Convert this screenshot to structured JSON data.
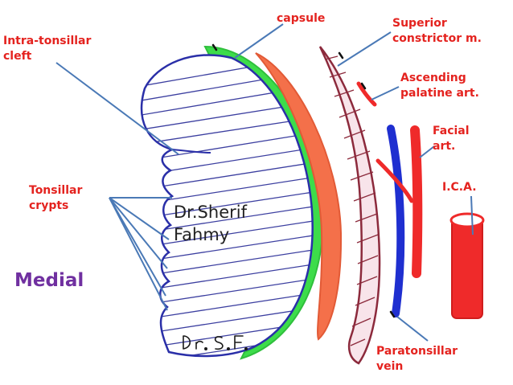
{
  "labels": {
    "capsule": "capsule",
    "superior_constrictor": [
      "Superior",
      "constrictor m."
    ],
    "intra_tonsillar_cleft": [
      "Intra-tonsillar",
      "cleft"
    ],
    "ascending_palatine": [
      "Ascending",
      "palatine art."
    ],
    "facial_artery": [
      "Facial",
      "art."
    ],
    "tonsillar_crypts": [
      "Tonsillar",
      "crypts"
    ],
    "ica": "I.C.A.",
    "medial": "Medial",
    "paratonsillar_vein": [
      "Paratonsillar",
      "vein"
    ]
  },
  "watermark": [
    "Dr.Sherif",
    "Fahmy"
  ],
  "signature": "Dr. S.F.",
  "colors": {
    "label_red": "#e4231f",
    "medial_purple": "#7030a0",
    "tonsil_outline": "#2a2fa8",
    "capsule_green": "#3ddc4a",
    "constrictor_orange": "#f4704a",
    "muscle_maroon": "#8c2a3c",
    "vein_blue": "#1f2fd0",
    "artery_red": "#ef2a2a",
    "pointer_blue": "#4a79b6"
  }
}
